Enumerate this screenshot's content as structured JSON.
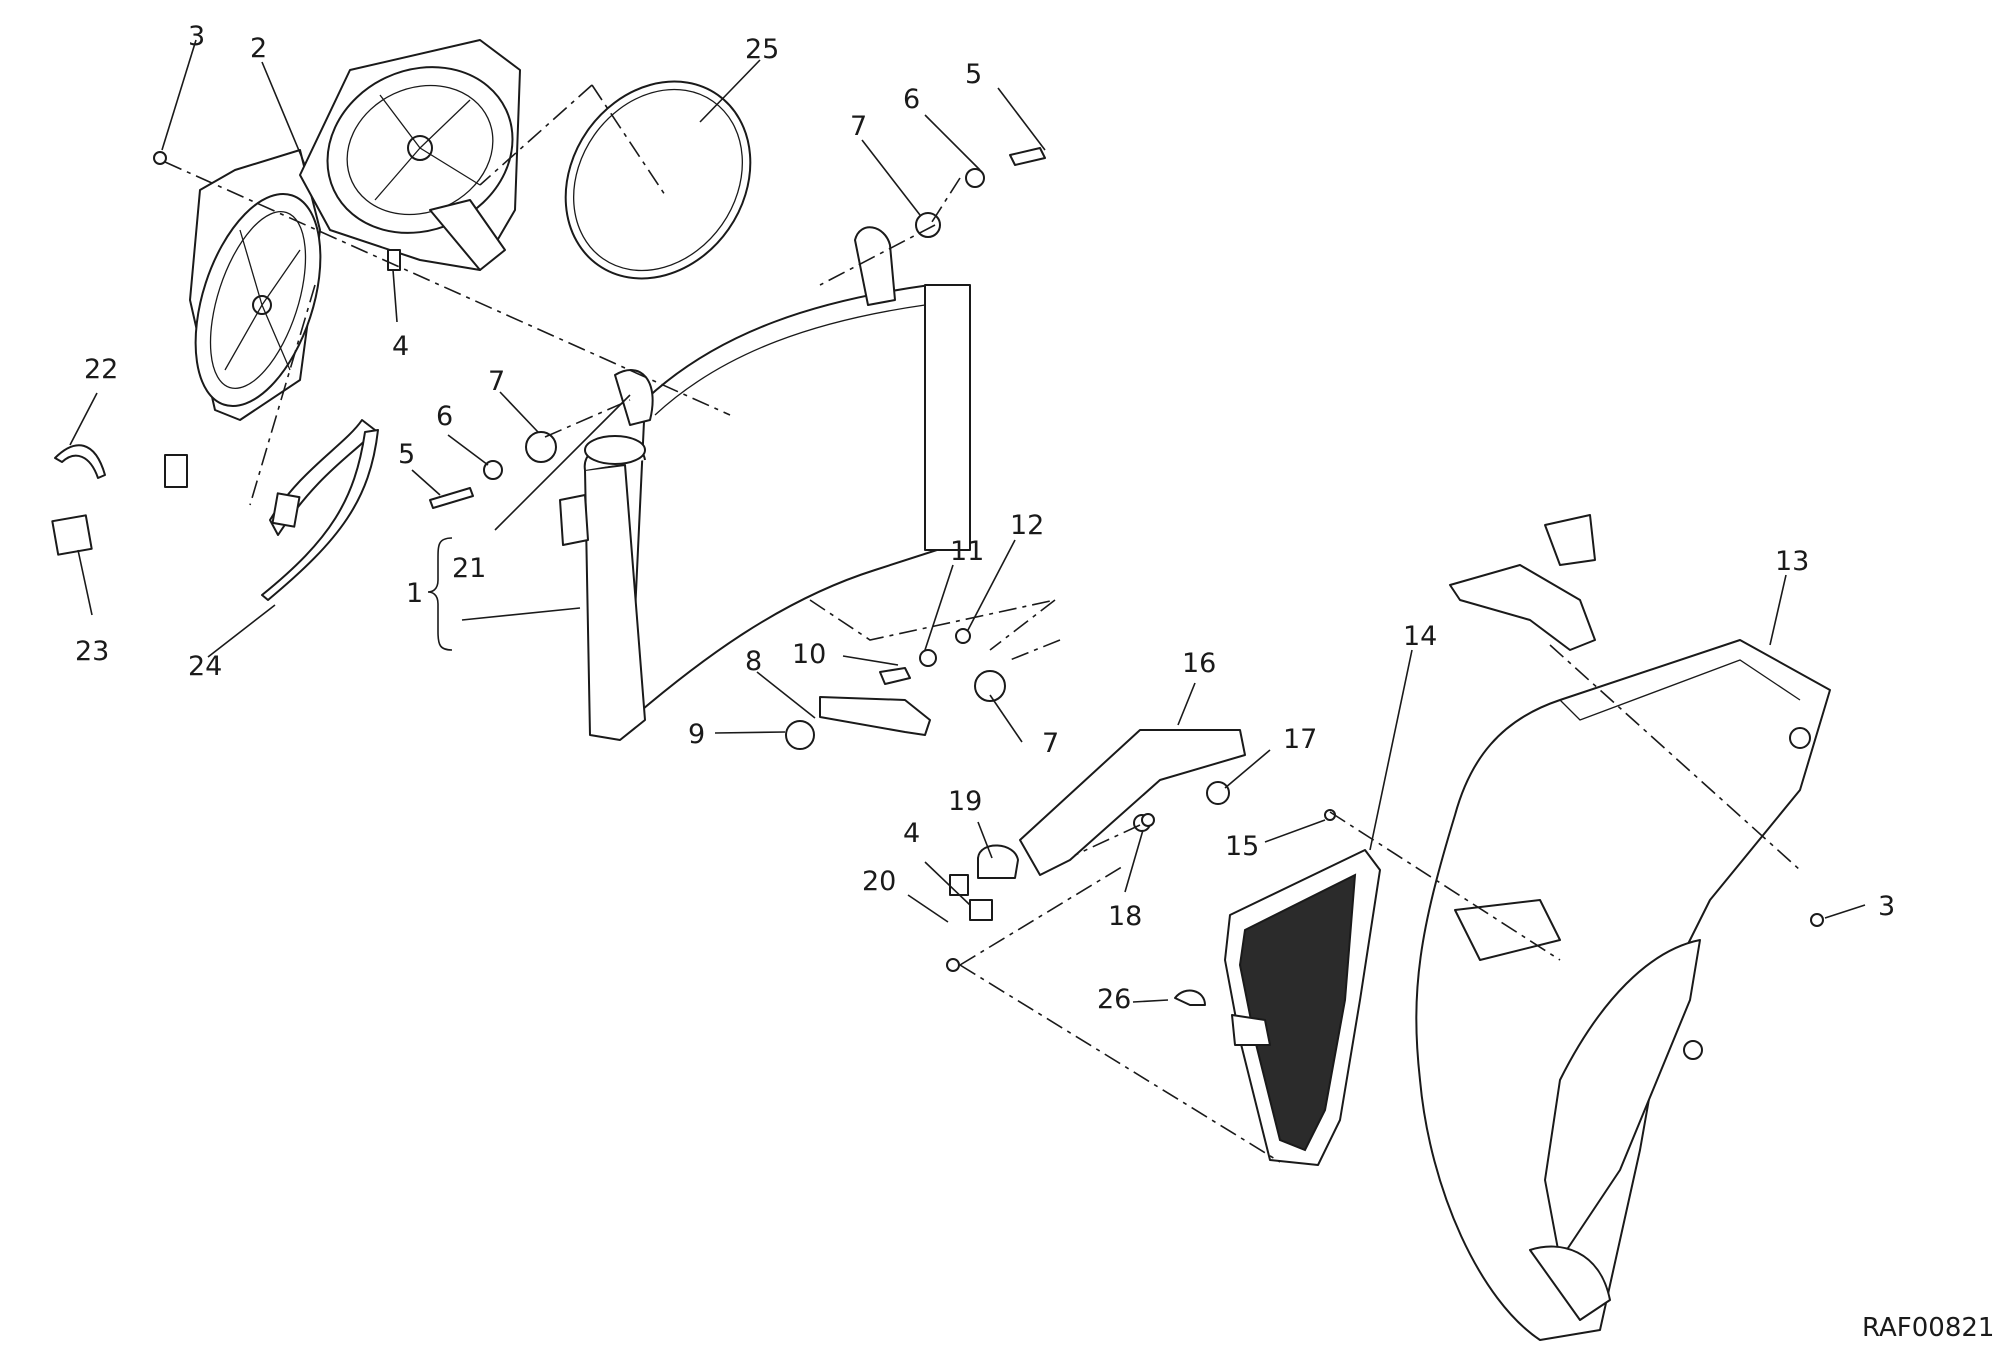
{
  "diagram": {
    "drawing_code": "RAF00821",
    "callouts": [
      {
        "id": "c3a",
        "text": "3"
      },
      {
        "id": "c2",
        "text": "2"
      },
      {
        "id": "c25",
        "text": "25"
      },
      {
        "id": "c5a",
        "text": "5"
      },
      {
        "id": "c6a",
        "text": "6"
      },
      {
        "id": "c7a",
        "text": "7"
      },
      {
        "id": "c4a",
        "text": "4"
      },
      {
        "id": "c22",
        "text": "22"
      },
      {
        "id": "c7b",
        "text": "7"
      },
      {
        "id": "c6b",
        "text": "6"
      },
      {
        "id": "c5b",
        "text": "5"
      },
      {
        "id": "c21",
        "text": "21"
      },
      {
        "id": "c1",
        "text": "1"
      },
      {
        "id": "c23",
        "text": "23"
      },
      {
        "id": "c24",
        "text": "24"
      },
      {
        "id": "c11",
        "text": "11"
      },
      {
        "id": "c12",
        "text": "12"
      },
      {
        "id": "c10",
        "text": "10"
      },
      {
        "id": "c8",
        "text": "8"
      },
      {
        "id": "c9",
        "text": "9"
      },
      {
        "id": "c7c",
        "text": "7"
      },
      {
        "id": "c16",
        "text": "16"
      },
      {
        "id": "c17",
        "text": "17"
      },
      {
        "id": "c13",
        "text": "13"
      },
      {
        "id": "c14",
        "text": "14"
      },
      {
        "id": "c19",
        "text": "19"
      },
      {
        "id": "c4b",
        "text": "4"
      },
      {
        "id": "c20",
        "text": "20"
      },
      {
        "id": "c18",
        "text": "18"
      },
      {
        "id": "c15",
        "text": "15"
      },
      {
        "id": "c3b",
        "text": "3"
      },
      {
        "id": "c26",
        "text": "26"
      }
    ]
  }
}
